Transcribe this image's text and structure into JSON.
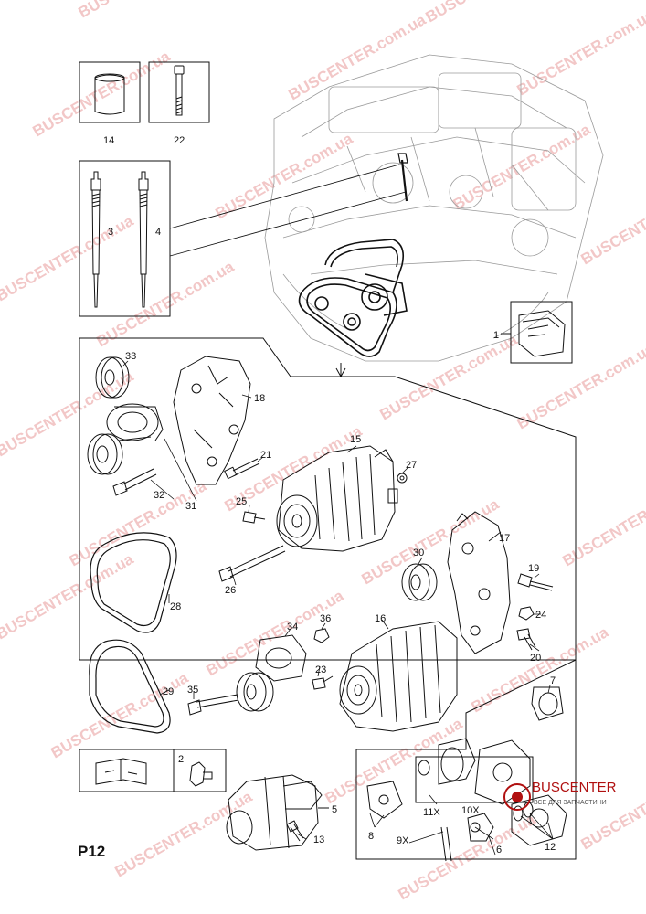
{
  "page_label": "P12",
  "brand": {
    "name": "BUSCENTER",
    "subtitle": "ВСЕ ДЛЯ ЗАПЧАСТИНИ"
  },
  "watermark_text": "BUSCENTER.com.ua",
  "colors": {
    "line": "#222222",
    "watermark": "#e89a9a",
    "brand": "#b01010"
  },
  "callouts": [
    {
      "id": "c1",
      "text": "1"
    },
    {
      "id": "c2",
      "text": "2"
    },
    {
      "id": "c3",
      "text": "3"
    },
    {
      "id": "c4",
      "text": "4"
    },
    {
      "id": "c5",
      "text": "5"
    },
    {
      "id": "c6",
      "text": "6"
    },
    {
      "id": "c7",
      "text": "7"
    },
    {
      "id": "c8",
      "text": "8"
    },
    {
      "id": "c9x",
      "text": "9X"
    },
    {
      "id": "c10x",
      "text": "10X"
    },
    {
      "id": "c11x",
      "text": "11X"
    },
    {
      "id": "c12",
      "text": "12"
    },
    {
      "id": "c13",
      "text": "13"
    },
    {
      "id": "c14",
      "text": "14"
    },
    {
      "id": "c15",
      "text": "15"
    },
    {
      "id": "c16",
      "text": "16"
    },
    {
      "id": "c17",
      "text": "17"
    },
    {
      "id": "c18",
      "text": "18"
    },
    {
      "id": "c19",
      "text": "19"
    },
    {
      "id": "c20",
      "text": "20"
    },
    {
      "id": "c21",
      "text": "21"
    },
    {
      "id": "c22",
      "text": "22"
    },
    {
      "id": "c23",
      "text": "23"
    },
    {
      "id": "c24",
      "text": "24"
    },
    {
      "id": "c25",
      "text": "25"
    },
    {
      "id": "c26",
      "text": "26"
    },
    {
      "id": "c27",
      "text": "27"
    },
    {
      "id": "c28",
      "text": "28"
    },
    {
      "id": "c29",
      "text": "29"
    },
    {
      "id": "c30",
      "text": "30"
    },
    {
      "id": "c31",
      "text": "31"
    },
    {
      "id": "c32",
      "text": "32"
    },
    {
      "id": "c33",
      "text": "33"
    },
    {
      "id": "c34",
      "text": "34"
    },
    {
      "id": "c35",
      "text": "35"
    },
    {
      "id": "c36",
      "text": "36"
    }
  ]
}
